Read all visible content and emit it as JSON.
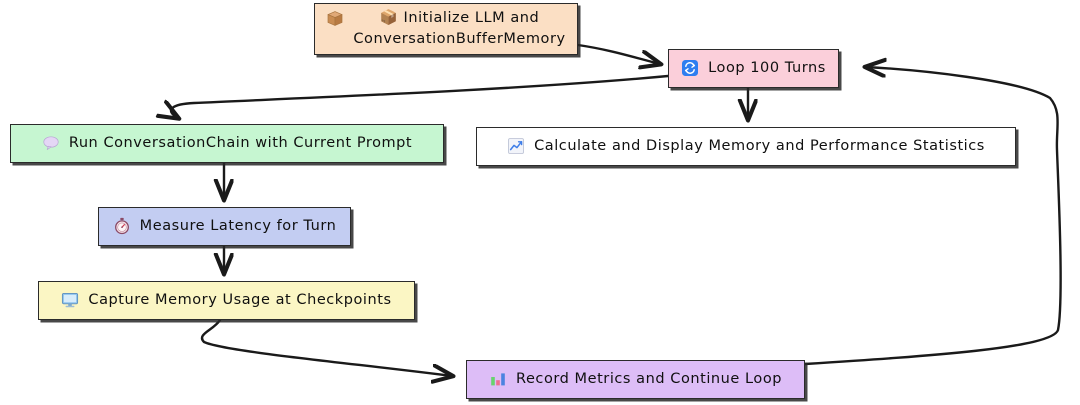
{
  "diagram": {
    "type": "flowchart",
    "title": "LLM Conversation Memory Benchmark Loop",
    "background": "#ffffff",
    "edge_color": "#1a1a1a",
    "nodes": [
      {
        "id": "init",
        "label": "📦 Initialize LLM and\nConversationBufferMemory",
        "text": "Initialize LLM and ConversationBufferMemory",
        "icon": "package-icon",
        "icon_glyph": "📦",
        "fill": "#fbdfc4",
        "stroke": "#2b2b2b"
      },
      {
        "id": "loop",
        "label": "🔁 Loop 100 Turns",
        "text": "Loop 100 Turns",
        "icon": "repeat-icon",
        "icon_glyph": "🔁",
        "fill": "#fbcfda",
        "stroke": "#2b2b2b"
      },
      {
        "id": "run",
        "label": "💬 Run ConversationChain with Current Prompt",
        "text": "Run ConversationChain with Current Prompt",
        "icon": "speech-bubble-icon",
        "icon_glyph": "💬",
        "fill": "#c6f6d1",
        "stroke": "#2b2b2b"
      },
      {
        "id": "stats",
        "label": "📈 Calculate and Display Memory and Performance Statistics",
        "text": "Calculate and Display Memory and Performance Statistics",
        "icon": "chart-increasing-icon",
        "icon_glyph": "📈",
        "fill": "#ffffff",
        "stroke": "#2b2b2b"
      },
      {
        "id": "latency",
        "label": "⏱ Measure Latency for Turn",
        "text": "Measure Latency for Turn",
        "icon": "stopwatch-icon",
        "icon_glyph": "⏱",
        "fill": "#c3cdf2",
        "stroke": "#2b2b2b"
      },
      {
        "id": "capture",
        "label": "🖥 Capture Memory Usage at Checkpoints",
        "text": "Capture Memory Usage at Checkpoints",
        "icon": "desktop-computer-icon",
        "icon_glyph": "🖥",
        "fill": "#fbf6c4",
        "stroke": "#2b2b2b"
      },
      {
        "id": "record",
        "label": "📊 Record Metrics and Continue Loop",
        "text": "Record Metrics and Continue Loop",
        "icon": "bar-chart-icon",
        "icon_glyph": "📊",
        "fill": "#ddbdf7",
        "stroke": "#2b2b2b"
      }
    ],
    "edges": [
      {
        "from": "init",
        "to": "loop",
        "label": ""
      },
      {
        "from": "loop",
        "to": "run",
        "label": ""
      },
      {
        "from": "loop",
        "to": "stats",
        "label": ""
      },
      {
        "from": "run",
        "to": "latency",
        "label": ""
      },
      {
        "from": "latency",
        "to": "capture",
        "label": ""
      },
      {
        "from": "capture",
        "to": "record",
        "label": ""
      },
      {
        "from": "record",
        "to": "loop",
        "label": ""
      }
    ]
  },
  "labels": {
    "init": "📦 Initialize LLM and\nConversationBufferMemory",
    "init_line1": "Initialize LLM and",
    "init_line2": "ConversationBufferMemory",
    "loop": "Loop 100 Turns",
    "run": "Run ConversationChain with Current Prompt",
    "stats": "Calculate and Display Memory and Performance Statistics",
    "latency": "Measure Latency for Turn",
    "capture": "Capture Memory Usage at Checkpoints",
    "record": "Record Metrics and Continue Loop"
  }
}
